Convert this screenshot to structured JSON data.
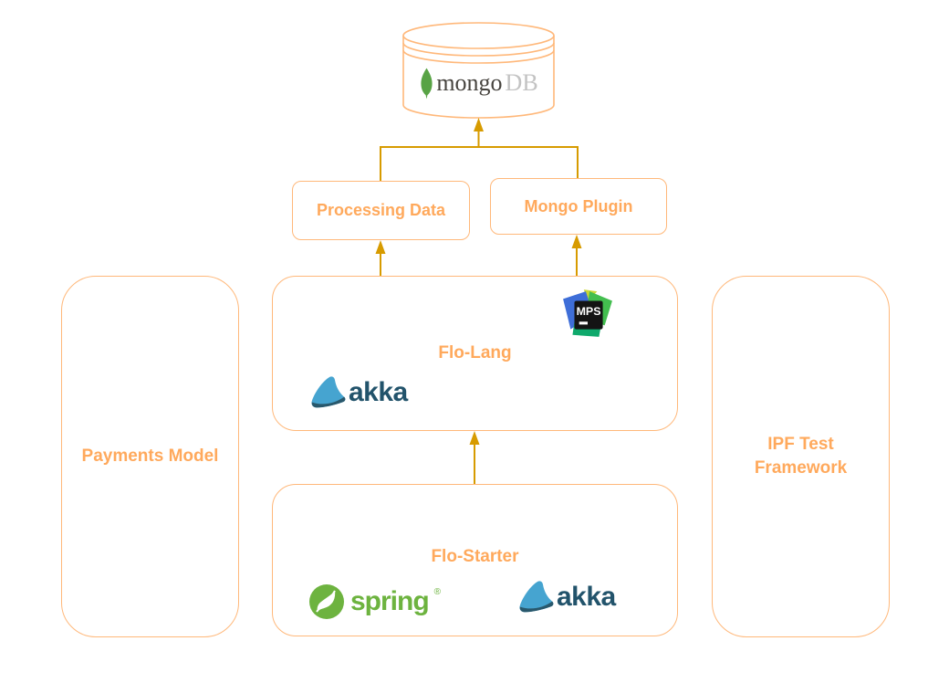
{
  "colors": {
    "background": "#FFFFFF",
    "box_border": "#FFB87A",
    "box_label": "#FFA95C",
    "connector": "#D79B00",
    "mongo_leaf": "#58A345",
    "mongo_text": "#47443F",
    "mongo_db_text": "#C3C3C3",
    "spring_green": "#6DB33F",
    "akka_blue": "#46A4D0",
    "akka_dark": "#29586C",
    "akka_text": "#22536B",
    "mps_blue": "#3E6ED8",
    "mps_green": "#43BE4F",
    "mps_teal": "#0FA96C",
    "mps_yellow": "#CBD733",
    "mps_black": "#141414"
  },
  "nodes": {
    "mongodb": {
      "brand": "mongo",
      "brand_suffix": "DB"
    },
    "processing_data": {
      "label": "Processing Data"
    },
    "mongo_plugin": {
      "label": "Mongo Plugin"
    },
    "flo_lang": {
      "label": "Flo-Lang",
      "logos": [
        "mps",
        "akka"
      ]
    },
    "flo_starter": {
      "label": "Flo-Starter",
      "logos": [
        "spring",
        "akka"
      ]
    },
    "payments_model": {
      "label": "Payments Model"
    },
    "ipf_test_framework": {
      "label_lines": [
        "IPF Test",
        "Framework"
      ]
    }
  },
  "logos": {
    "mps": {
      "label": "MPS"
    },
    "akka": {
      "label": "akka"
    },
    "spring": {
      "label": "spring",
      "mark": "®"
    }
  },
  "edges": [
    {
      "from": "flo_starter",
      "to": "flo_lang"
    },
    {
      "from": "flo_lang",
      "to": "processing_data"
    },
    {
      "from": "flo_lang",
      "to": "mongo_plugin"
    },
    {
      "from": "processing_data",
      "to": "mongodb"
    },
    {
      "from": "mongo_plugin",
      "to": "mongodb"
    }
  ]
}
